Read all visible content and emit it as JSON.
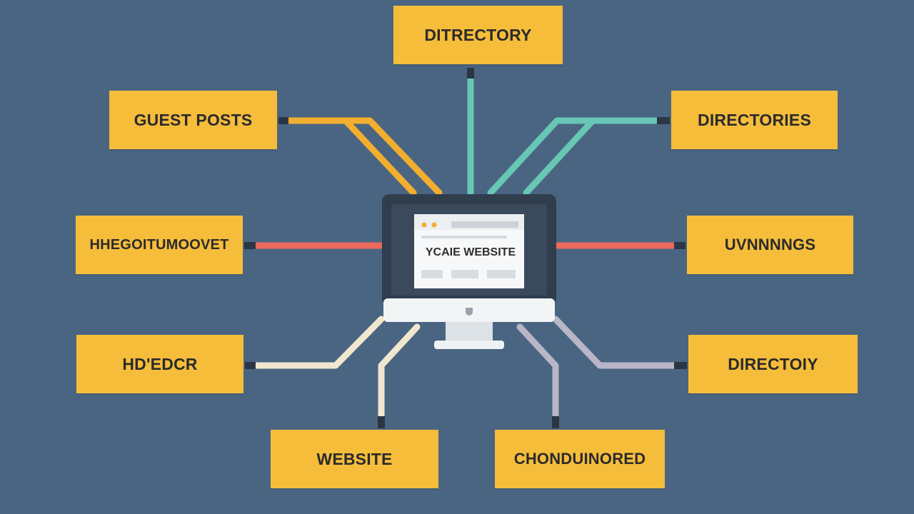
{
  "colors": {
    "background": "#4a6582",
    "node_fill": "#f6bd3b",
    "wire_orange": "#f2ae2e",
    "wire_teal": "#67c7b5",
    "wire_red": "#ea6a5d",
    "wire_cream": "#f1e7cf",
    "wire_lavender": "#b8b6c7",
    "monitor_frame": "#2f3d4d",
    "monitor_chin": "#f2f4f6"
  },
  "nodes": [
    {
      "id": "top",
      "label": "DITRECTORY"
    },
    {
      "id": "guest",
      "label": "GUEST POSTS"
    },
    {
      "id": "directories",
      "label": "DIRECTORIES"
    },
    {
      "id": "mid-left",
      "label": "HHEGOITUMOOVET"
    },
    {
      "id": "mid-right",
      "label": "UVNNNNGS"
    },
    {
      "id": "low-left",
      "label": "HD'EDCR"
    },
    {
      "id": "low-right",
      "label": "DIRECTOIY"
    },
    {
      "id": "bottom-left",
      "label": "WEBSITE"
    },
    {
      "id": "bottom-right",
      "label": "CHONDUINORED"
    }
  ],
  "center": {
    "icon": "desktop-monitor-icon",
    "screen_text": "YCAIE WEBSITE"
  }
}
